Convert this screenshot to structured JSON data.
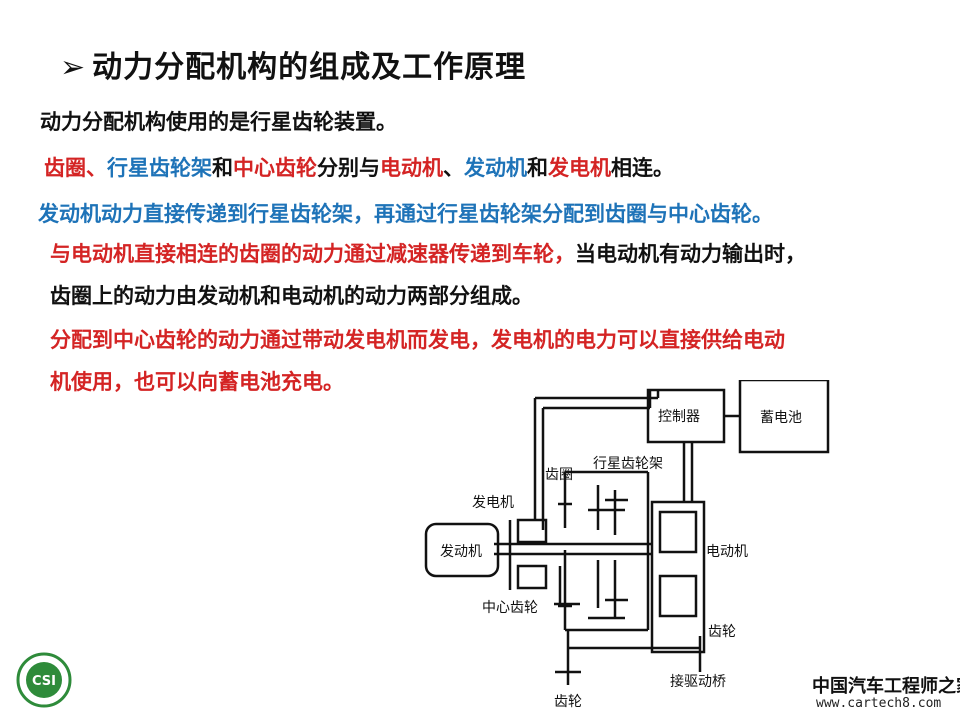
{
  "title": {
    "arrow": "➢",
    "text": "动力分配机构的组成及工作原理"
  },
  "paragraphs": {
    "p1": "动力分配机构使用的是行星齿轮装置。",
    "p2": {
      "s1": "齿圈",
      "s2": "、",
      "s3": "行星齿轮架",
      "s4": "和",
      "s5": "中心齿轮",
      "s6": "分别与",
      "s7": "电动机",
      "s8": "、",
      "s9": "发动机",
      "s10": "和",
      "s11": "发电机",
      "s12": "相连。"
    },
    "p3": "发动机动力直接传递到行星齿轮架，再通过行星齿轮架分配到齿圈与中心齿轮。",
    "p4": {
      "red": "与电动机直接相连的齿圈的动力通过减速器传递到车轮，",
      "black1": "当电动机有动力输出时，",
      "black2": "齿圈上的动力由发动机和电动机的动力两部分组成。"
    },
    "p5": {
      "line1": "分配到中心齿轮的动力通过带动发电机而发电，发电机的电力可以直接供给电动",
      "line2": "机使用，也可以向蓄电池充电。"
    }
  },
  "diagram": {
    "controller": "控制器",
    "battery": "蓄电池",
    "ring_gear": "齿圈",
    "planet_carrier": "行星齿轮架",
    "generator": "发电机",
    "engine": "发动机",
    "motor": "电动机",
    "sun_gear": "中心齿轮",
    "gear_right": "齿轮",
    "drive_axle": "接驱动桥",
    "gear_bottom": "齿轮"
  },
  "watermark": {
    "cn": "中国汽车工程师之家",
    "url": "www.cartech8.com"
  },
  "logo": {
    "text": "CSI"
  },
  "colors": {
    "red": "#d42424",
    "blue": "#1e73b8",
    "black": "#111111",
    "logo_green": "#2e8b3a"
  }
}
